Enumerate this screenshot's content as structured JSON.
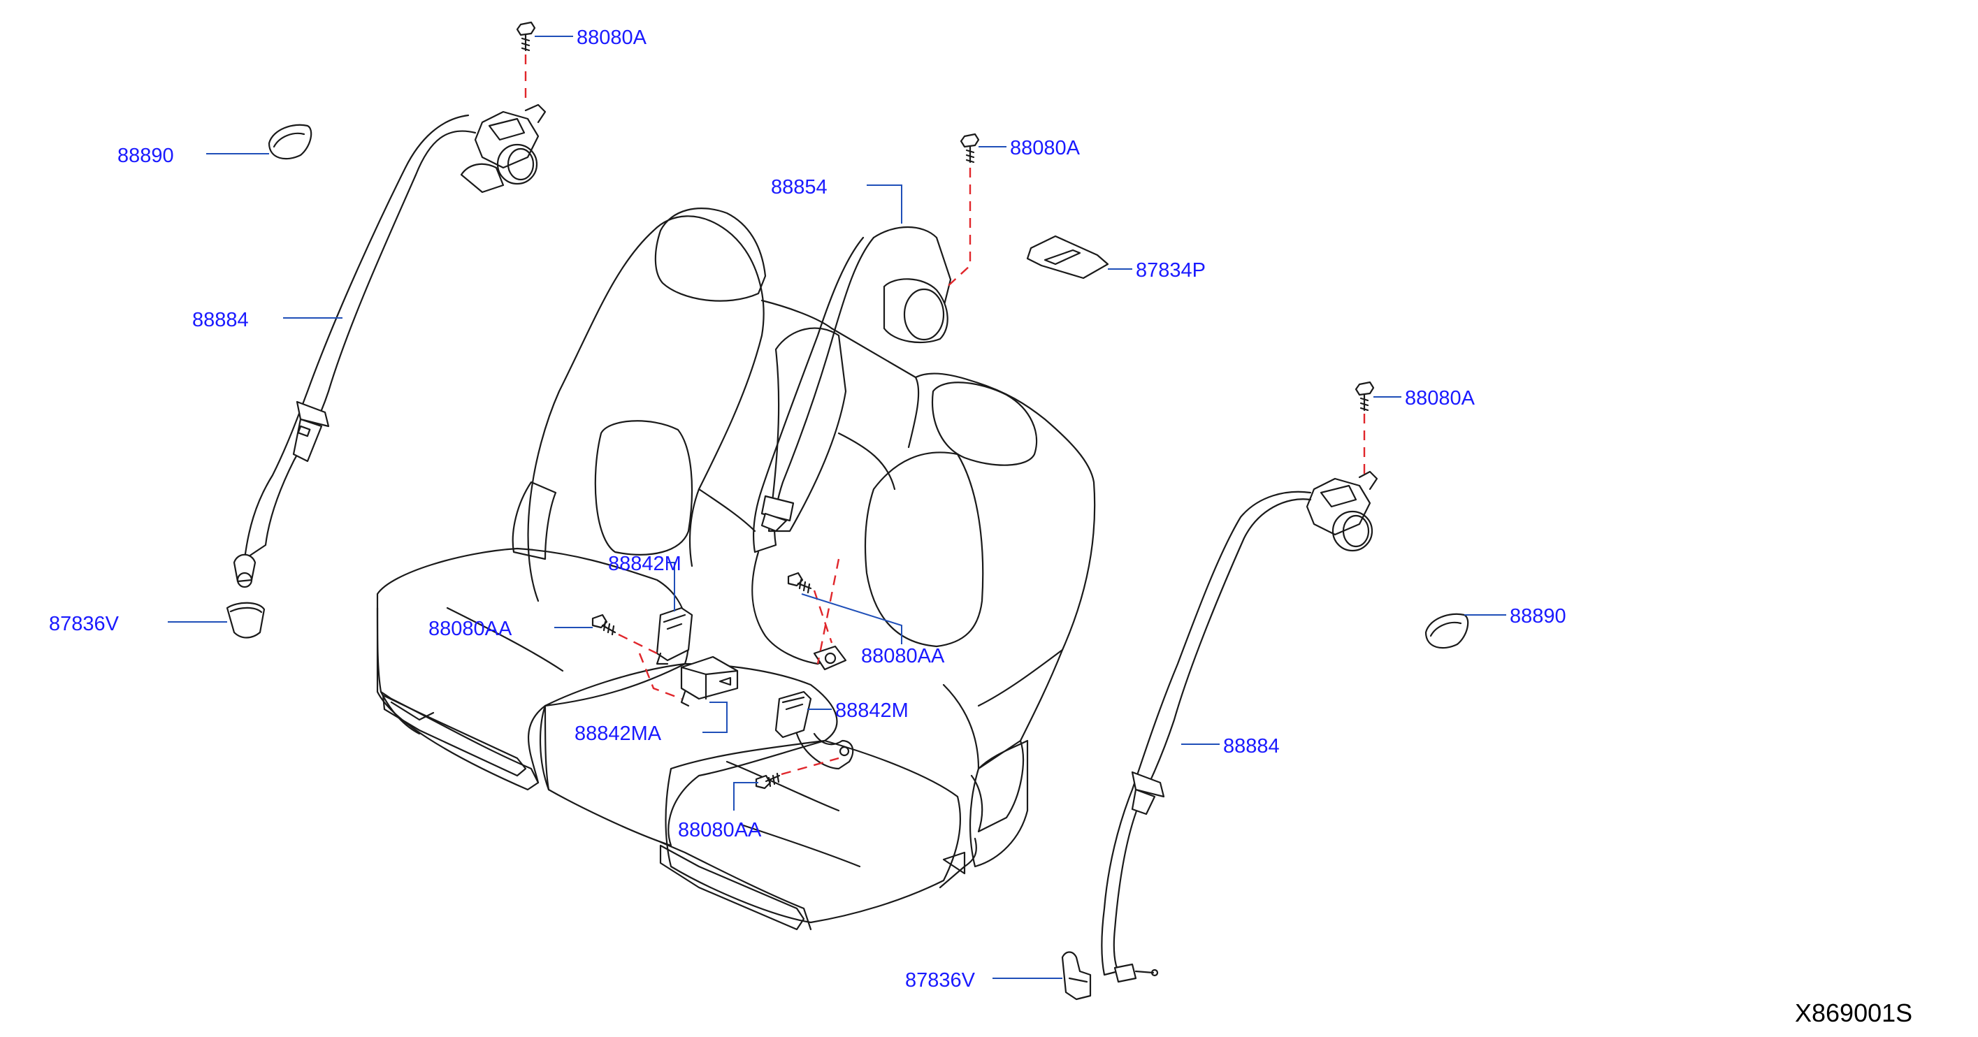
{
  "diagram_code": "X869001S",
  "labels": {
    "bolt_top_left": "88080A",
    "cover_left": "88890",
    "belt_left": "88884",
    "cap_left": "87836V",
    "belt_center": "88854",
    "bolt_center_top": "88080A",
    "finisher_center": "87834P",
    "bolt_right_top": "88080A",
    "cover_right": "88890",
    "belt_right": "88884",
    "cap_right": "87836V",
    "buckle_a": "88842M",
    "bolt_seat_left": "88080AA",
    "buckle_double": "88842MA",
    "bolt_seat_center": "88080AA",
    "buckle_b": "88842M",
    "bolt_seat_front": "88080AA"
  }
}
